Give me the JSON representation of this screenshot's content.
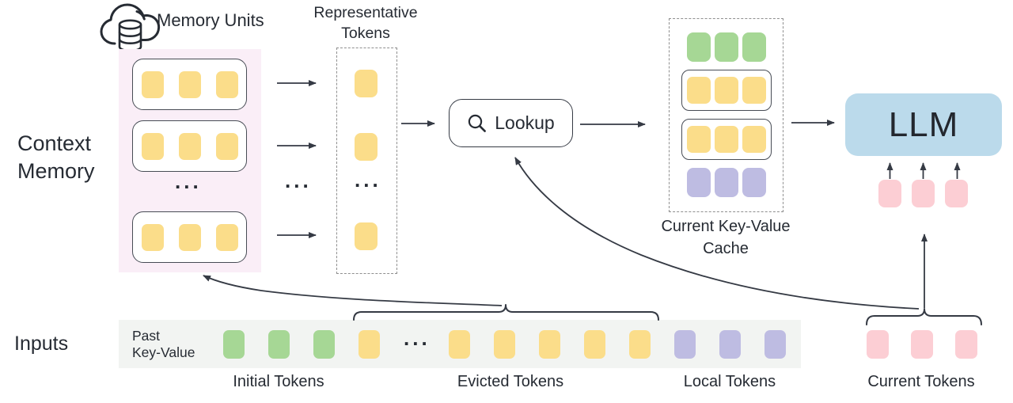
{
  "labels": {
    "memory_units": "Memory Units",
    "representative_line1": "Representative",
    "representative_line2": "Tokens",
    "context_line1": "Context",
    "context_line2": "Memory",
    "inputs": "Inputs",
    "lookup": "Lookup",
    "llm": "LLM",
    "cache_line1": "Current Key-Value",
    "cache_line2": "Cache",
    "past_line1": "Past",
    "past_line2": "Key-Value",
    "initial_tokens": "Initial Tokens",
    "evicted_tokens": "Evicted Tokens",
    "local_tokens": "Local Tokens",
    "current_tokens": "Current Tokens",
    "ellipsis": "..."
  },
  "colors": {
    "yellow_token": "#fbdd8a",
    "green_token": "#a6d795",
    "purple_token": "#bebce2",
    "pink_token": "#fcced4",
    "llm_fill": "#bbdaeb",
    "memory_panel": "#faeef7",
    "inputs_panel": "#f2f4f2",
    "line": "#353a44",
    "text": "#262b33"
  },
  "context_memory": {
    "units": [
      {
        "color": "yellow",
        "count": 3
      },
      {
        "color": "yellow",
        "count": 3
      },
      {
        "color": "yellow",
        "count": 3
      }
    ]
  },
  "representative": {
    "slots": [
      {
        "color": "yellow",
        "count": 1
      },
      {
        "color": "yellow",
        "count": 1
      },
      {
        "color": "yellow",
        "count": 1
      }
    ]
  },
  "kv_cache": {
    "rows": [
      {
        "color": "green",
        "boxed": false,
        "count": 3
      },
      {
        "color": "yellow",
        "boxed": true,
        "count": 3
      },
      {
        "color": "yellow",
        "boxed": true,
        "count": 3
      },
      {
        "color": "purple",
        "boxed": false,
        "count": 3
      }
    ]
  },
  "llm": {
    "input_tokens": {
      "color": "pink",
      "count": 3
    }
  },
  "inputs_row": {
    "groups": [
      {
        "name": "initial-tokens",
        "color": "green",
        "count": 3
      },
      {
        "name": "evicted-head",
        "color": "yellow",
        "count": 1
      },
      {
        "name": "gap",
        "ellipsis": true
      },
      {
        "name": "evicted-tokens",
        "color": "yellow",
        "count": 5
      },
      {
        "name": "local-tokens",
        "color": "purple",
        "count": 3
      }
    ]
  },
  "current_tokens": {
    "color": "pink",
    "count": 3
  }
}
